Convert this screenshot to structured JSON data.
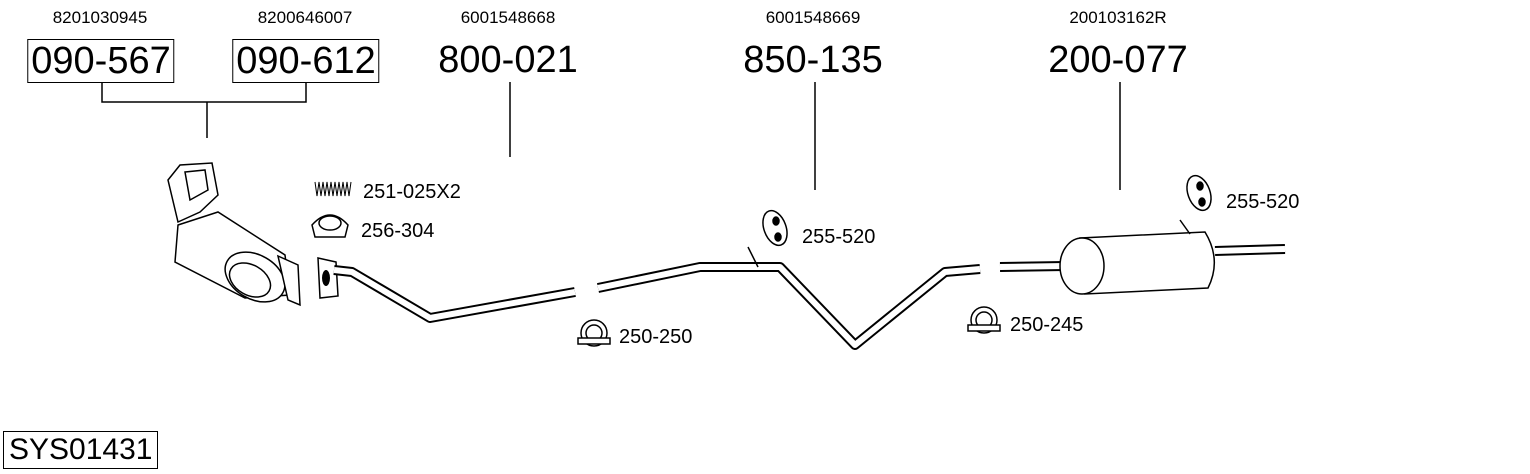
{
  "parts": [
    {
      "oe": "8201030945",
      "number": "090-567",
      "boxed": true
    },
    {
      "oe": "8200646007",
      "number": "090-612",
      "boxed": true
    },
    {
      "oe": "6001548668",
      "number": "800-021",
      "boxed": false
    },
    {
      "oe": "6001548669",
      "number": "850-135",
      "boxed": false
    },
    {
      "oe": "200103162R",
      "number": "200-077",
      "boxed": false
    }
  ],
  "accessories": {
    "spring": "251-025X2",
    "ring": "256-304",
    "hanger1": "255-520",
    "clamp1": "250-250",
    "clamp2": "250-245",
    "hanger2": "255-520"
  },
  "system_id": "SYS01431"
}
